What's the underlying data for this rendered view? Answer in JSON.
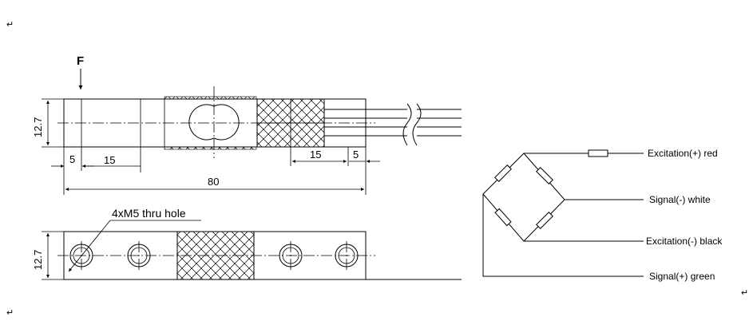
{
  "top_view": {
    "force_label": "F",
    "dim_height": "12.7",
    "dim_left_5": "5",
    "dim_15_left": "15",
    "dim_total": "80",
    "dim_15_right": "15",
    "dim_right_5": "5"
  },
  "side_view": {
    "hole_label": "4xM5  thru hole",
    "dim_height": "12.7"
  },
  "wiring": [
    {
      "label": "Excitation(+)  red"
    },
    {
      "label": "Signal(-)  white"
    },
    {
      "label": "Excitation(-)  black"
    },
    {
      "label": "Signal(+)  green"
    }
  ],
  "marks": {
    "return_symbol": "↵"
  }
}
